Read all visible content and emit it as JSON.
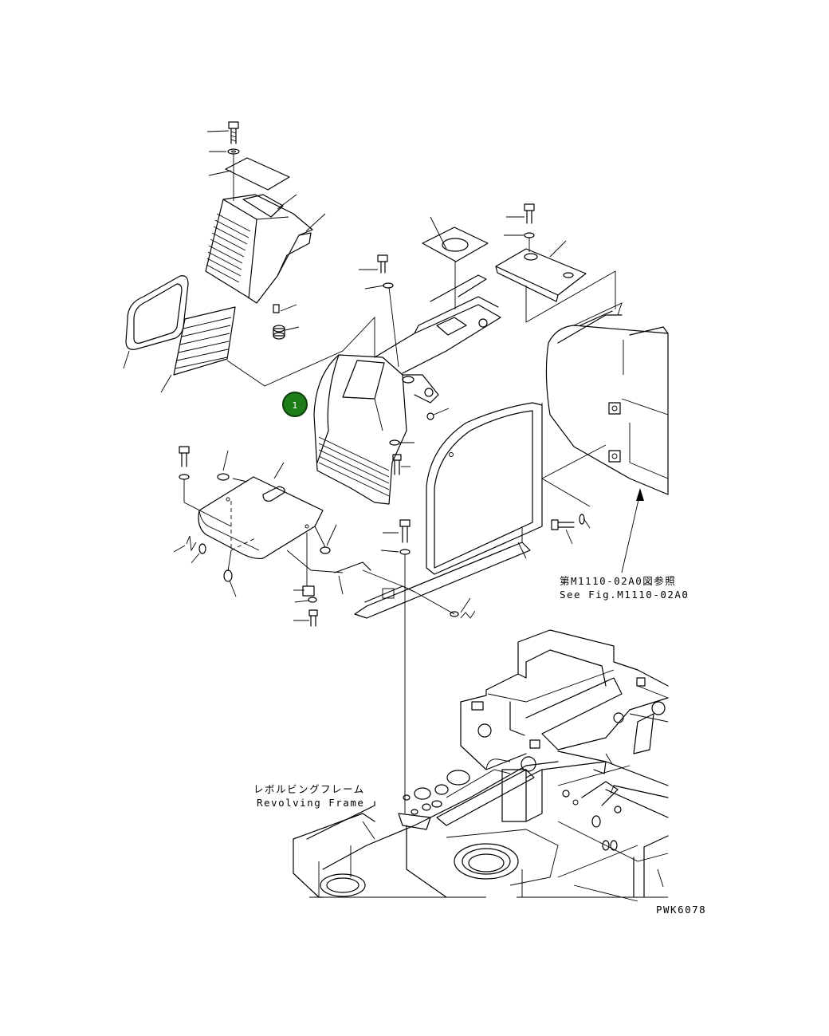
{
  "labels": {
    "see_fig_ja": "第M1110-02A0図参照",
    "see_fig_en": "See Fig.M1110-02A0",
    "frame_ja": "レボルビングフレーム",
    "frame_en": "Revolving Frame",
    "drawing_code": "PWK6078"
  },
  "callout": {
    "number": "1",
    "color": "#1e7d18"
  }
}
